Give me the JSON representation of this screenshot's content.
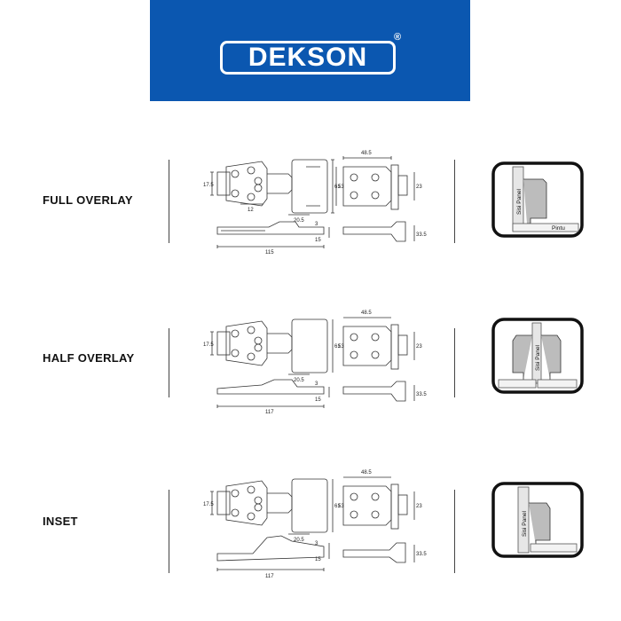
{
  "brand": {
    "name": "DEKSON",
    "registered_mark": "®",
    "banner_color": "#0b57b0"
  },
  "rows": [
    {
      "label": "FULL OVERLAY",
      "dims": {
        "d17_5": "17.5",
        "d12": "12",
        "d20_5": "20.5",
        "d61": "61",
        "d115": "115",
        "d3": "3",
        "d15": "15",
        "d48_5": "48.5",
        "d53": "53",
        "d23": "23",
        "d33_5": "33.5"
      },
      "thumb": {
        "panel": "Sisi Panel",
        "door": "Pintu"
      }
    },
    {
      "label": "HALF OVERLAY",
      "dims": {
        "d17_5": "17.5",
        "d20_5": "20.5",
        "d61": "61",
        "d117": "117",
        "d3": "3",
        "d15": "15",
        "d48_5": "48.5",
        "d53": "53",
        "d23": "23",
        "d33_5": "33.5"
      },
      "thumb": {
        "panel": "Sisi Panel"
      }
    },
    {
      "label": "INSET",
      "dims": {
        "d17_5": "17.5",
        "d20_5": "20.5",
        "d61": "61",
        "d117": "117",
        "d3": "3",
        "d15": "15",
        "d48_5": "48.5",
        "d53": "53",
        "d23": "23",
        "d33_5": "33.5"
      },
      "thumb": {
        "panel": "Sisi Panel"
      }
    }
  ]
}
